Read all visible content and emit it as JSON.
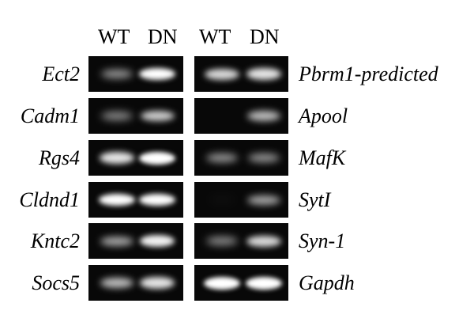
{
  "headers": {
    "left_wt": "WT",
    "left_dn": "DN",
    "right_wt": "WT",
    "right_dn": "DN"
  },
  "left_genes": [
    {
      "name": "Ect2",
      "wt": 0.55,
      "dn": 0.95
    },
    {
      "name": "Cadm1",
      "wt": 0.5,
      "dn": 0.75
    },
    {
      "name": "Rgs4",
      "wt": 0.85,
      "dn": 1.0
    },
    {
      "name": "Cldnd1",
      "wt": 0.95,
      "dn": 0.95
    },
    {
      "name": "Kntc2",
      "wt": 0.6,
      "dn": 0.9
    },
    {
      "name": "Socs5",
      "wt": 0.7,
      "dn": 0.85
    }
  ],
  "right_genes": [
    {
      "name": "Pbrm1-predicted",
      "wt": 0.8,
      "dn": 0.85
    },
    {
      "name": "Apool",
      "wt": 0.0,
      "dn": 0.7
    },
    {
      "name": "MafK",
      "wt": 0.55,
      "dn": 0.55
    },
    {
      "name": "SytI",
      "wt": 0.05,
      "dn": 0.6
    },
    {
      "name": "Syn-1",
      "wt": 0.5,
      "dn": 0.8
    },
    {
      "name": "Gapdh",
      "wt": 1.0,
      "dn": 1.0
    }
  ]
}
